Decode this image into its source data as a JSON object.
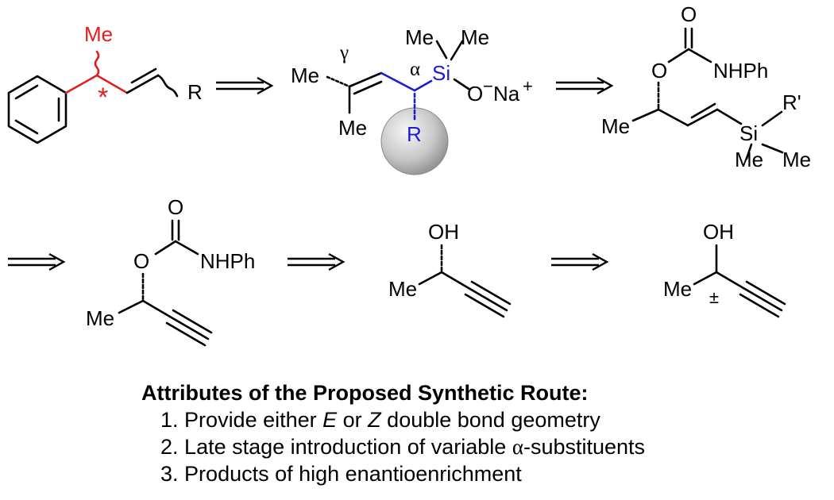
{
  "labels": {
    "me": "Me",
    "r": "R",
    "r_prime": "R'",
    "si": "Si",
    "o": "O",
    "oh": "OH",
    "nhph": "NHPh",
    "o_minus": "O",
    "minus": "−",
    "na": "Na",
    "plus": "+",
    "gamma": "γ",
    "alpha": "α",
    "pm": "±",
    "stereo_star": "*"
  },
  "attributes": {
    "heading": "Attributes of the Proposed Synthetic Route:",
    "items": [
      {
        "number": "1.",
        "before": "Provide either ",
        "e": "E",
        "middle": " or ",
        "z": "Z",
        "after": " double bond geometry"
      },
      {
        "number": "2.",
        "before": "Late stage introduction of variable ",
        "alpha": "α",
        "after": "-substituents"
      },
      {
        "number": "3.",
        "text": "Products of high enantioenrichment"
      }
    ]
  },
  "colors": {
    "highlight_red": "#e02020",
    "highlight_blue": "#1b1bd6",
    "sphere_light": "#f4f4f4",
    "sphere_dark": "#9a9a9a"
  }
}
